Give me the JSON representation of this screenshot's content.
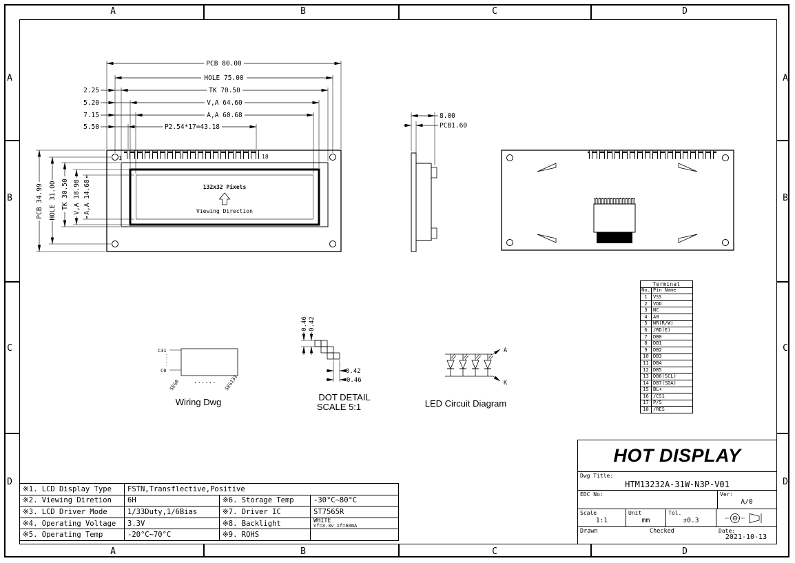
{
  "style": {
    "ink": "#000000",
    "paper": "#ffffff"
  },
  "sheet": {
    "zones_h": [
      "A",
      "B",
      "C",
      "D"
    ],
    "zones_v": [
      "A",
      "B",
      "C",
      "D"
    ]
  },
  "front_view": {
    "dim_pcb_w": "PCB 80.00",
    "dim_hole_w": "HOLE 75.00",
    "dim_tk_w": "TK 70.50",
    "dim_va_w": "V,A 64.60",
    "dim_aa_w": "A,A 60.68",
    "dim_pitch": "P2.54*17=43.18",
    "off_tk": "2.25",
    "off_va": "5.20",
    "off_aa": "7.15",
    "off_pitch": "5.50",
    "dim_pcb_h": "PCB 34.99",
    "dim_hole_h": "HOLE 31.00",
    "dim_tk_h": "TK 30.50",
    "dim_va_h": "V,A 18.98",
    "dim_aa_h": "A,A 14.68",
    "pin_first": "1",
    "pin_last": "18",
    "display": "132x32 Pixels",
    "viewing": "Viewing Direction"
  },
  "side_view": {
    "dim_total": "8.00",
    "dim_pcb": "PCB1.60"
  },
  "wiring": {
    "caption": "Wiring Dwg",
    "com_top": "C31",
    "com_bottom": "C0",
    "seg_first": "SEG0",
    "seg_dots": "......",
    "seg_last": "SEG131"
  },
  "dot_detail": {
    "caption_line1": "DOT DETAIL",
    "caption_line2": "SCALE 5:1",
    "dim_v_pitch": "0.46",
    "dim_v_dot": "0.42",
    "dim_h_dot": "0.42",
    "dim_h_pitch": "0.46"
  },
  "led": {
    "caption": "LED Circuit Diagram",
    "anode": "A",
    "cathode": "K"
  },
  "terminal": {
    "title": "Terminal",
    "col_no": "No.",
    "col_name": "Pin Name",
    "rows": [
      {
        "no": "1",
        "name": "VSS"
      },
      {
        "no": "2",
        "name": "VDD"
      },
      {
        "no": "3",
        "name": "NC"
      },
      {
        "no": "4",
        "name": "A0"
      },
      {
        "no": "5",
        "name": "WR(R/W)"
      },
      {
        "no": "6",
        "name": "/RD(E)"
      },
      {
        "no": "7",
        "name": "DB0"
      },
      {
        "no": "8",
        "name": "DB1"
      },
      {
        "no": "9",
        "name": "DB2"
      },
      {
        "no": "10",
        "name": "DB3"
      },
      {
        "no": "11",
        "name": "DB4"
      },
      {
        "no": "12",
        "name": "DB5"
      },
      {
        "no": "13",
        "name": "DB6(SCL)"
      },
      {
        "no": "14",
        "name": "DB7(SDA)"
      },
      {
        "no": "15",
        "name": "BL+"
      },
      {
        "no": "16",
        "name": "/CS1"
      },
      {
        "no": "17",
        "name": "P/S"
      },
      {
        "no": "18",
        "name": "/RES"
      }
    ]
  },
  "title_block": {
    "company": "HOT DISPLAY",
    "dwg_title_label": "Dwg Title:",
    "dwg_title": "HTM13232A-31W-N3P-V01",
    "edc_label": "EDC No:",
    "ver_label": "Ver:",
    "ver_value": "A/0",
    "scale_label": "Scale",
    "scale_value": "1:1",
    "unit_label": "Unit",
    "unit_value": "mm",
    "tol_label": "Tol.",
    "tol_value": "±0.3",
    "drawn_label": "Drawn",
    "checked_label": "Checked",
    "date_label": "Date:",
    "date_value": "2021-10-13"
  },
  "specs": {
    "r1_label": "※1. LCD Display Type",
    "r1_value": "FSTN,Transflective,Positive",
    "r2_label": "※2. Viewing Diretion",
    "r2_value": "6H",
    "r2_label2": "※6. Storage Temp",
    "r2_value2": "-30°C~80°C",
    "r3_label": "※3. LCD Driver Mode",
    "r3_value": "1/33Duty,1/6Bias",
    "r3_label2": "※7. Driver IC",
    "r3_value2": "ST7565R",
    "r4_label": "※4. Operating Voltage",
    "r4_value": "3.3V",
    "r4_label2": "※8. Backlight",
    "r4_value2": "WHITE",
    "r4_value2b": "Vf=3.3v If=60mA",
    "r5_label": "※5. Operating Temp",
    "r5_value": "-20°C~70°C",
    "r5_label2": "※9. ROHS",
    "r5_value2": ""
  }
}
